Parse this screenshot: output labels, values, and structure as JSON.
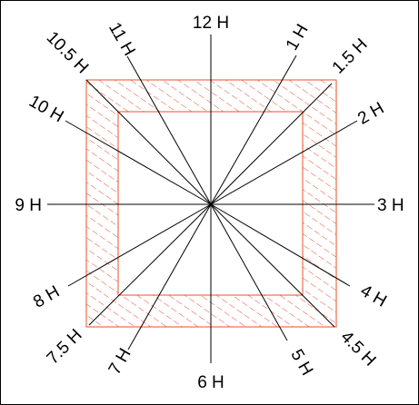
{
  "colors": {
    "background": "#ffffff",
    "frame": "#000000",
    "lines": "#000000",
    "hatch": "#e8502a",
    "text": "#000000"
  },
  "rays": [
    {
      "key": "r12",
      "label": "12 H",
      "hour": 12
    },
    {
      "key": "r1",
      "label": "1 H",
      "hour": 1
    },
    {
      "key": "r1_5",
      "label": "1.5 H",
      "hour": 1.5
    },
    {
      "key": "r2",
      "label": "2 H",
      "hour": 2
    },
    {
      "key": "r3",
      "label": "3 H",
      "hour": 3
    },
    {
      "key": "r4",
      "label": "4 H",
      "hour": 4
    },
    {
      "key": "r4_5",
      "label": "4.5 H",
      "hour": 4.5
    },
    {
      "key": "r5",
      "label": "5 H",
      "hour": 5
    },
    {
      "key": "r6",
      "label": "6 H",
      "hour": 6
    },
    {
      "key": "r7",
      "label": "7 H",
      "hour": 7
    },
    {
      "key": "r7_5",
      "label": "7.5 H",
      "hour": 7.5
    },
    {
      "key": "r8",
      "label": "8 H",
      "hour": 8
    },
    {
      "key": "r9",
      "label": "9 H",
      "hour": 9
    },
    {
      "key": "r10",
      "label": "10 H",
      "hour": 10
    },
    {
      "key": "r10_5",
      "label": "10.5 H",
      "hour": 10.5
    },
    {
      "key": "r11",
      "label": "11 H",
      "hour": 11
    }
  ]
}
